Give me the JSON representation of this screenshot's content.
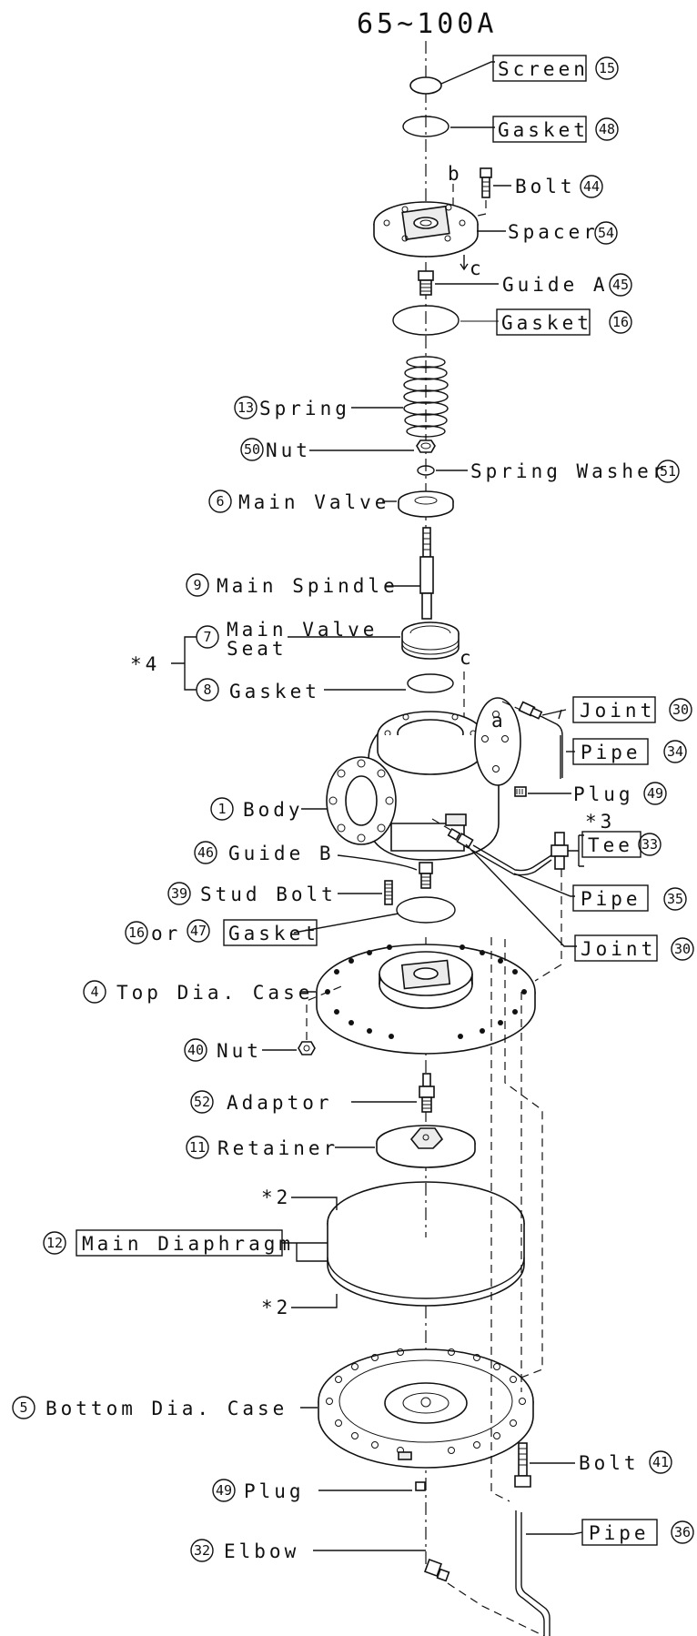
{
  "title": "65~100A",
  "labels": {
    "screen": {
      "name": "Screen",
      "no": "15"
    },
    "gasket_48": {
      "name": "Gasket",
      "no": "48"
    },
    "bolt_44": {
      "name": "Bolt",
      "no": "44"
    },
    "spacer": {
      "name": "Spacer",
      "no": "54"
    },
    "guide_a": {
      "name": "Guide A",
      "no": "45"
    },
    "gasket_16": {
      "name": "Gasket",
      "no": "16"
    },
    "spring": {
      "name": "Spring",
      "no": "13"
    },
    "nut_50": {
      "name": "Nut",
      "no": "50"
    },
    "spring_washer": {
      "name": "Spring Washer",
      "no": "51"
    },
    "main_valve": {
      "name": "Main Valve",
      "no": "6"
    },
    "main_spindle": {
      "name": "Main Spindle",
      "no": "9"
    },
    "main_valve_seat": {
      "name1": "Main Valve",
      "name2": "Seat",
      "no": "7"
    },
    "gasket_8": {
      "name": "Gasket",
      "no": "8"
    },
    "group_star4": "*4",
    "joint_30a": {
      "name": "Joint",
      "no": "30"
    },
    "pipe_34": {
      "name": "Pipe",
      "no": "34"
    },
    "plug_49a": {
      "name": "Plug",
      "no": "49"
    },
    "star3": "*3",
    "tee": {
      "name": "Tee",
      "no": "33"
    },
    "body": {
      "name": "Body",
      "no": "1"
    },
    "guide_b": {
      "name": "Guide B",
      "no": "46"
    },
    "stud_bolt": {
      "name": "Stud Bolt",
      "no": "39"
    },
    "pipe_35": {
      "name": "Pipe",
      "no": "35"
    },
    "gasket_or": {
      "no1": "16",
      "or": "or",
      "no2": "47",
      "name": "Gasket"
    },
    "joint_30b": {
      "name": "Joint",
      "no": "30"
    },
    "top_case": {
      "name": "Top Dia. Case",
      "no": "4"
    },
    "nut_40": {
      "name": "Nut",
      "no": "40"
    },
    "adaptor": {
      "name": "Adaptor",
      "no": "52"
    },
    "retainer": {
      "name": "Retainer",
      "no": "11"
    },
    "star2_top": "*2",
    "diaphragm": {
      "name": "Main Diaphragm",
      "no": "12"
    },
    "star2_bottom": "*2",
    "bottom_case": {
      "name": "Bottom Dia. Case",
      "no": "5"
    },
    "bolt_41": {
      "name": "Bolt",
      "no": "41"
    },
    "plug_49b": {
      "name": "Plug",
      "no": "49"
    },
    "pipe_36": {
      "name": "Pipe",
      "no": "36"
    },
    "elbow": {
      "name": "Elbow",
      "no": "32"
    }
  },
  "letters": {
    "a": "a",
    "b": "b",
    "c1": "c",
    "c2": "c"
  }
}
